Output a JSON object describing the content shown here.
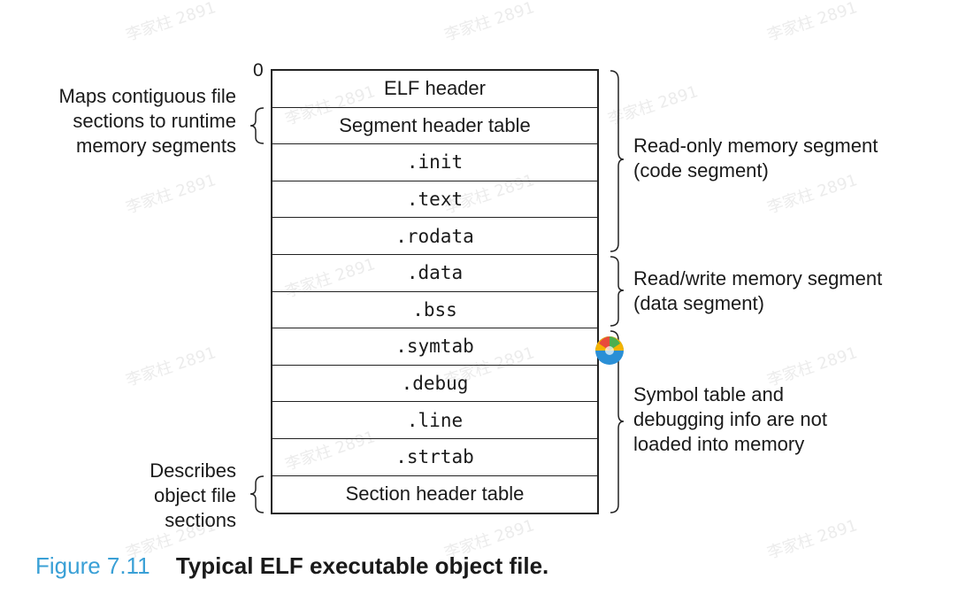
{
  "watermark": "李家柱 2891",
  "diagram": {
    "offset_label": "0",
    "sections": [
      {
        "label": "ELF header",
        "mono": false
      },
      {
        "label": "Segment header table",
        "mono": false
      },
      {
        "label": ".init",
        "mono": true
      },
      {
        "label": ".text",
        "mono": true
      },
      {
        "label": ".rodata",
        "mono": true
      },
      {
        "label": ".data",
        "mono": true
      },
      {
        "label": ".bss",
        "mono": true
      },
      {
        "label": ".symtab",
        "mono": true
      },
      {
        "label": ".debug",
        "mono": true
      },
      {
        "label": ".line",
        "mono": true
      },
      {
        "label": ".strtab",
        "mono": true
      },
      {
        "label": "Section header table",
        "mono": false
      }
    ],
    "left_notes": {
      "segment_header": [
        "Maps contiguous file",
        "sections to runtime",
        "memory segments"
      ],
      "section_header": [
        "Describes",
        "object file",
        "sections"
      ]
    },
    "right_notes": {
      "read_only": [
        "Read-only memory segment",
        "(code segment)"
      ],
      "read_write": [
        "Read/write memory segment",
        "(data segment)"
      ],
      "symbols": [
        "Symbol table and",
        "debugging info are not",
        "loaded into memory"
      ]
    }
  },
  "caption": {
    "figure_number": "Figure 7.11",
    "title": "Typical ELF executable object file."
  }
}
